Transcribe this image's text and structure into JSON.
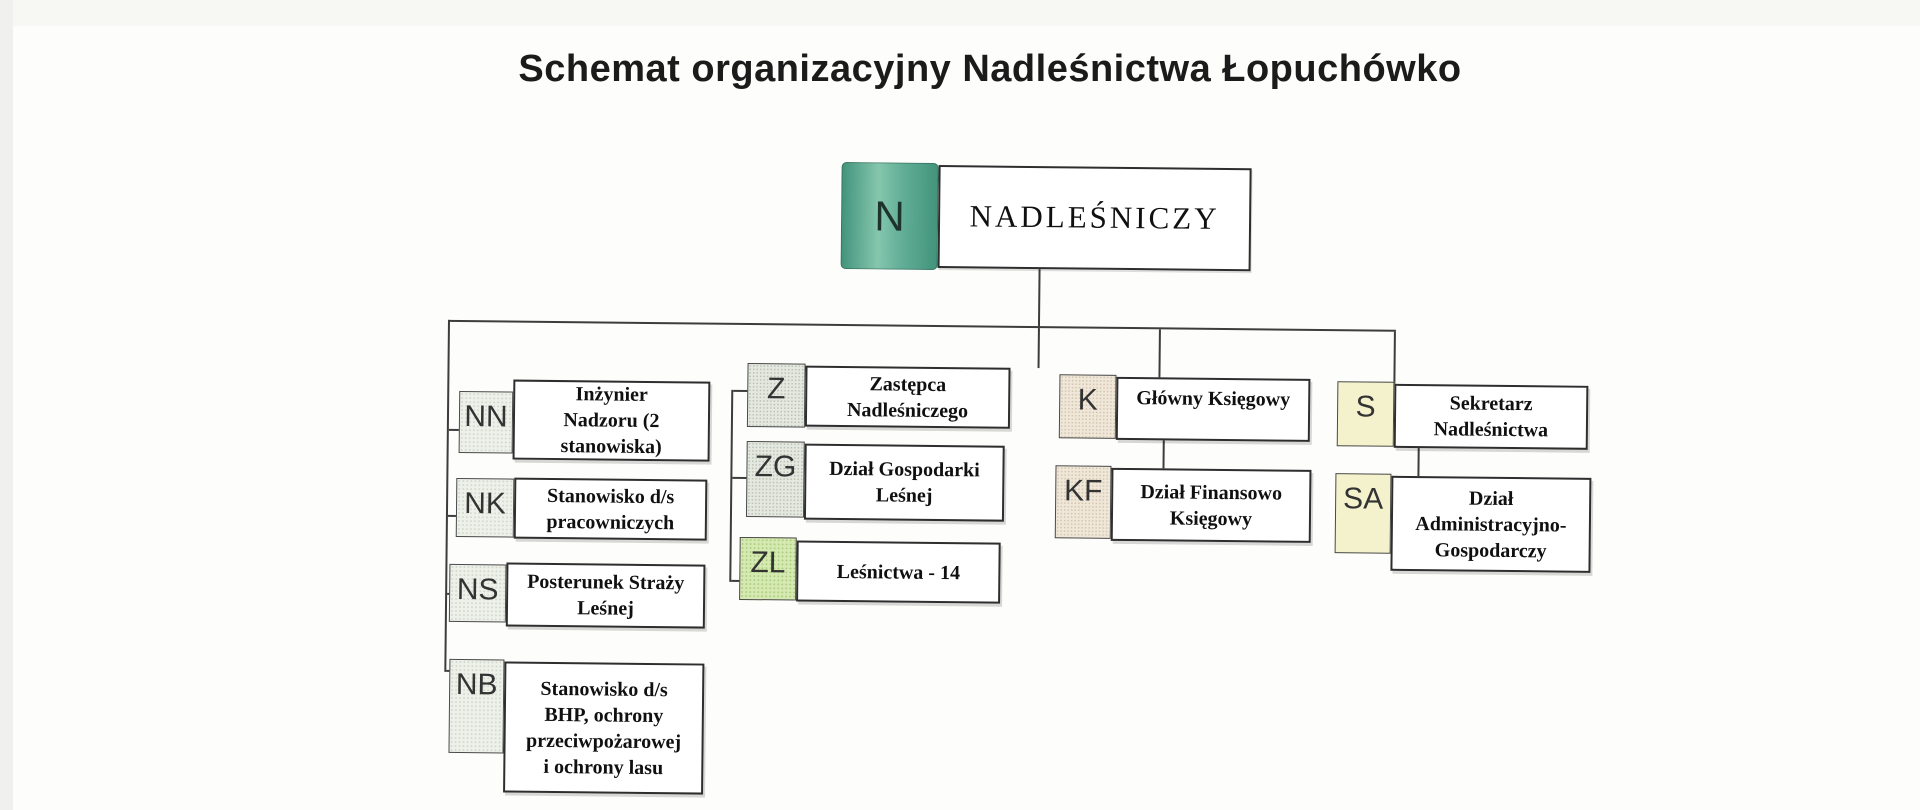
{
  "title": "Schemat organizacyjny Nadleśnictwa Łopuchówko",
  "nodes": {
    "N": {
      "code": "N",
      "name": "NADLEŚNICZY"
    },
    "NN": {
      "code": "NN",
      "name": "Inżynier\nNadzoru (2\nstanowiska)"
    },
    "NK": {
      "code": "NK",
      "name": "Stanowisko d/s\npracowniczych"
    },
    "NS": {
      "code": "NS",
      "name": "Posterunek Straży\nLeśnej"
    },
    "NB": {
      "code": "NB",
      "name": "Stanowisko d/s\nBHP, ochrony\nprzeciwpożarowej\ni ochrony lasu"
    },
    "Z": {
      "code": "Z",
      "name": "Zastępca\nNadleśniczego"
    },
    "ZG": {
      "code": "ZG",
      "name": "Dział Gospodarki\nLeśnej"
    },
    "ZL": {
      "code": "ZL",
      "name": "Leśnictwa - 14"
    },
    "K": {
      "code": "K",
      "name": "Główny Księgowy"
    },
    "KF": {
      "code": "KF",
      "name": "Dział Finansowo\nKsięgowy"
    },
    "S": {
      "code": "S",
      "name": "Sekretarz\nNadleśnictwa"
    },
    "SA": {
      "code": "SA",
      "name": "Dział\nAdministracyjno-\nGospodarczy"
    }
  },
  "colors": {
    "teal-dark": "#43947c",
    "teal-mid": "#63af97",
    "teal-light": "#85c6ae",
    "badge-gray": "#e4e8e0",
    "badge-gray-dot": "#b9c3b4",
    "badge-light": "#eef0ea",
    "badge-light-dot": "#d3d9cd",
    "badge-green": "#d7e9b2",
    "badge-green-dot": "#abcf80",
    "badge-beige": "#efe7d9",
    "badge-beige-dot": "#d6c5ab",
    "badge-yellow": "#f4f2cc",
    "line": "#3d3d3d"
  }
}
